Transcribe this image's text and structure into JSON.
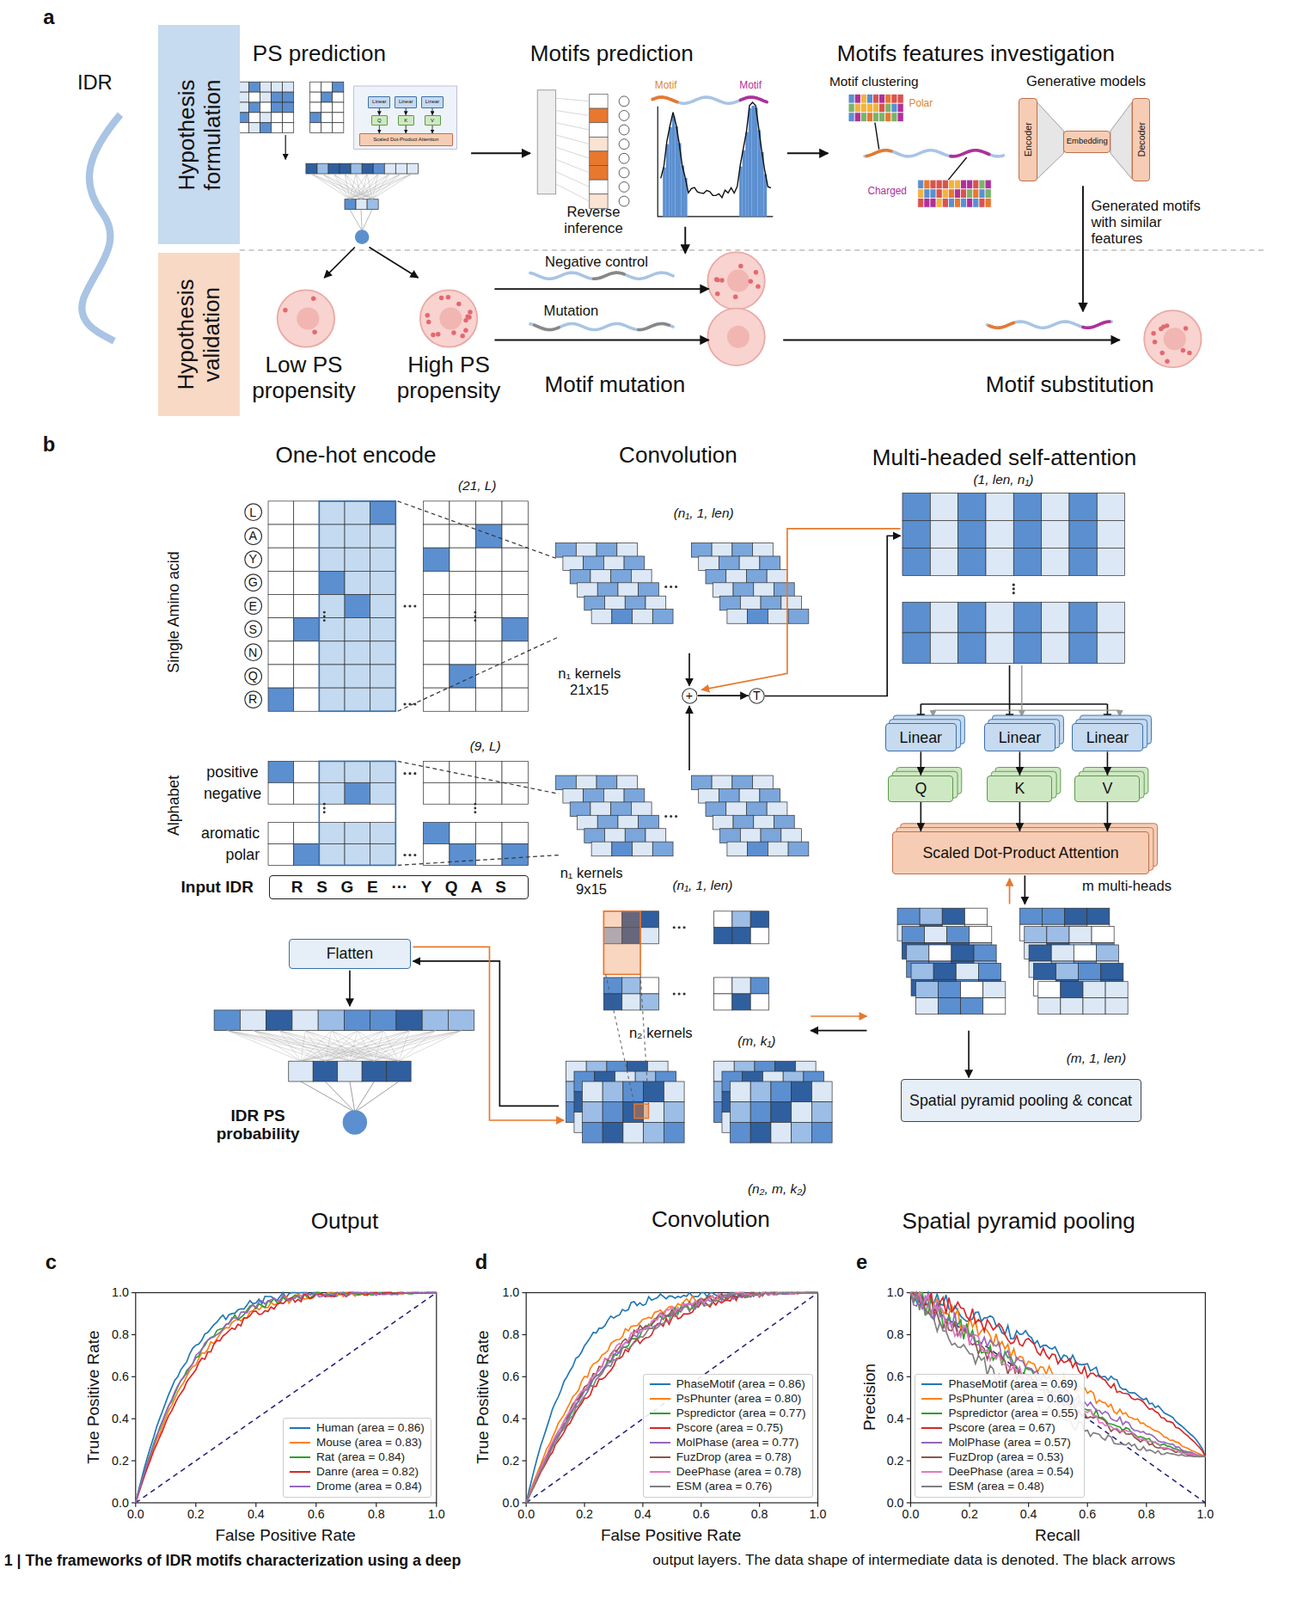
{
  "diagram": {
    "nodes": [
      {
        "text": [
          "Hypothesis formulation"
        ]
      },
      {
        "text": [
          "Hypothesis validation"
        ]
      },
      {
        "text": [
          "Linear"
        ]
      },
      {
        "text": [
          "Linear"
        ]
      },
      {
        "text": [
          "Linear"
        ]
      },
      {
        "text": [
          "Q"
        ]
      },
      {
        "text": [
          "K"
        ]
      },
      {
        "text": [
          "V"
        ]
      },
      {
        "text": [
          "Scaled Dot-Product Attention"
        ]
      },
      {
        "text": [
          "Encoder"
        ]
      },
      {
        "text": [
          "Embedding"
        ]
      },
      {
        "text": [
          "Decoder"
        ]
      },
      {
        "text": [
          "L"
        ]
      },
      {
        "text": [
          "A"
        ]
      },
      {
        "text": [
          "Y"
        ]
      },
      {
        "text": [
          "G"
        ]
      },
      {
        "text": [
          "E"
        ]
      },
      {
        "text": [
          "S"
        ]
      },
      {
        "text": [
          "N"
        ]
      },
      {
        "text": [
          "Q"
        ]
      },
      {
        "text": [
          "R"
        ]
      },
      {
        "text": [
          "+"
        ]
      },
      {
        "text": [
          "T"
        ]
      },
      {
        "text": [
          "R S G E ··· Y Q A S"
        ]
      },
      {
        "text": [
          "Linear"
        ]
      },
      {
        "text": [
          "Linear"
        ]
      },
      {
        "text": [
          "Linear"
        ]
      },
      {
        "text": [
          "Q"
        ]
      },
      {
        "text": [
          "K"
        ]
      },
      {
        "text": [
          "V"
        ]
      },
      {
        "text": [
          "Scaled Dot-Product Attention"
        ]
      },
      {
        "text": [
          "Spatial pyramid pooling & concat"
        ]
      },
      {
        "text": [
          "Flatten"
        ]
      }
    ],
    "edges": [
      {
        "from": 2,
        "to": 5,
        "arrow": "to"
      },
      {
        "from": 3,
        "to": 6,
        "arrow": "to"
      },
      {
        "from": 4,
        "to": 7,
        "arrow": "to"
      },
      {
        "from": 5,
        "to": 8,
        "arrow": "to"
      },
      {
        "from": 6,
        "to": 8,
        "arrow": "to"
      },
      {
        "from": 7,
        "to": 8,
        "arrow": "to"
      },
      {
        "from": 24,
        "to": 27,
        "arrow": "to"
      },
      {
        "from": 25,
        "to": 28,
        "arrow": "to"
      },
      {
        "from": 26,
        "to": 29,
        "arrow": "to"
      },
      {
        "from": 27,
        "to": 30,
        "arrow": "to"
      },
      {
        "from": 28,
        "to": 30,
        "arrow": "to"
      },
      {
        "from": 29,
        "to": 30,
        "arrow": "to"
      },
      {
        "from": 21,
        "to": 22,
        "arrow": "to"
      }
    ],
    "labels": [
      "a",
      "IDR",
      "PS prediction",
      "Motifs prediction",
      "Motifs features investigation",
      "Motif",
      "Motif",
      "Reverse inference",
      "Motif clustering",
      "Generative models",
      "Polar",
      "Charged",
      "Generated motifs with similar features",
      "Low PS propensity",
      "High PS propensity",
      "Negative control",
      "Mutation",
      "Motif mutation",
      "Motif substitution",
      "b",
      "One-hot encode",
      "Convolution",
      "Multi-headed self-attention",
      "(21, L)",
      "Single Amino acid",
      "(n₁, 1, len)",
      "(1, len, n₁)",
      "n₁ kernels 21x15",
      "(9, L)",
      "Alphabet",
      "positive",
      "negative",
      "aromatic",
      "polar",
      "n₁ kernels 9x15",
      "(n₁, 1, len)",
      "Input IDR",
      "m multi-heads",
      "n₂ kernels",
      "(m, k₁)",
      "(m, 1, len)",
      "IDR PS probability",
      "(n₂, m, k₂)",
      "Output",
      "Convolution",
      "Spatial pyramid pooling",
      "c",
      "d",
      "e",
      "True Positive Rate",
      "False Positive Rate",
      "True Positive Rate",
      "False Positive Rate",
      "Precision",
      "Recall",
      "0.0",
      "0.2",
      "0.4",
      "0.6",
      "0.8",
      "1.0",
      "0.0",
      "0.2",
      "0.4",
      "0.6",
      "0.8",
      "1.0",
      "0.0",
      "0.2",
      "0.4",
      "0.6",
      "0.8",
      "1.0",
      "0.0",
      "0.2",
      "0.4",
      "0.6",
      "0.8",
      "1.0",
      "0.0",
      "0.2",
      "0.4",
      "0.6",
      "0.8",
      "1.0",
      "0.0",
      "0.2",
      "0.4",
      "0.6",
      "0.8",
      "1.0",
      "1 | The frameworks of IDR motifs characterization using a deep",
      "output layers. The data shape of intermediate data is denoted. The black arrows"
    ],
    "legend": [
      {
        "text": "Human (area = 0.86)"
      },
      {
        "text": "Mouse (area = 0.83)"
      },
      {
        "text": "Rat (area = 0.84)"
      },
      {
        "text": "Danre (area = 0.82)"
      },
      {
        "text": "Drome (area = 0.84)"
      },
      {
        "text": "PhaseMotif (area = 0.86)"
      },
      {
        "text": "PsPhunter (area = 0.80)"
      },
      {
        "text": "Pspredictor (area = 0.77)"
      },
      {
        "text": "Pscore (area = 0.75)"
      },
      {
        "text": "MolPhase (area = 0.77)"
      },
      {
        "text": "FuzDrop (area = 0.78)"
      },
      {
        "text": "DeePhase (area = 0.78)"
      },
      {
        "text": "ESM (area = 0.76)"
      },
      {
        "text": "PhaseMotif (area = 0.69)"
      },
      {
        "text": "PsPhunter (area = 0.60)"
      },
      {
        "text": "Pspredictor (area = 0.55)"
      },
      {
        "text": "Pscore (area = 0.67)"
      },
      {
        "text": "MolPhase (area = 0.57)"
      },
      {
        "text": "FuzDrop (area = 0.53)"
      },
      {
        "text": "DeePhase (area = 0.54)"
      },
      {
        "text": "ESM (area = 0.48)"
      }
    ]
  }
}
